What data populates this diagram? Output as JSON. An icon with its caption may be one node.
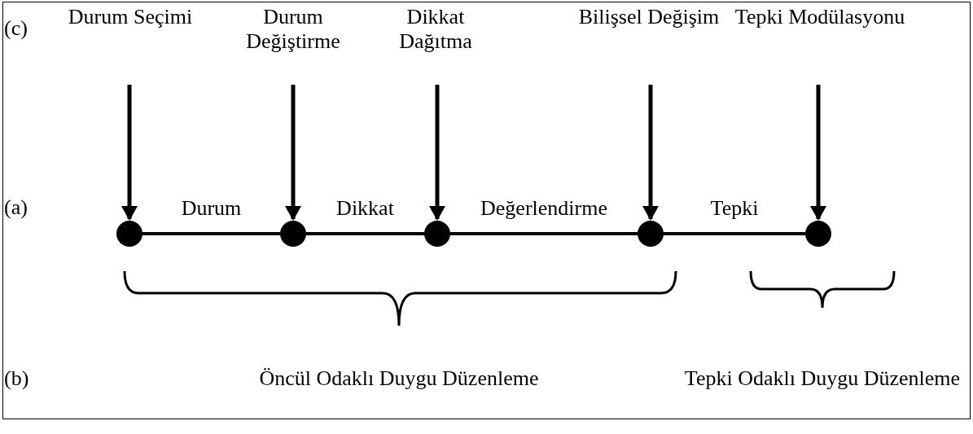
{
  "diagram": {
    "nodes": [
      {
        "text": [
          "Durum Seçimi"
        ]
      },
      {
        "text": [
          "Durum Değiştirme"
        ]
      },
      {
        "text": [
          "Dikkat Dağıtma"
        ]
      },
      {
        "text": [
          "Bilişsel Değişim"
        ]
      },
      {
        "text": [
          "Tepki Modülasyonu"
        ]
      },
      {
        "text": [],
        "shape": "circle"
      },
      {
        "text": [],
        "shape": "circle"
      },
      {
        "text": [],
        "shape": "circle"
      },
      {
        "text": [],
        "shape": "circle"
      },
      {
        "text": [],
        "shape": "circle"
      }
    ],
    "edges": [
      {
        "from": 0,
        "to": 5,
        "arrow": "to"
      },
      {
        "from": 1,
        "to": 6,
        "arrow": "to"
      },
      {
        "from": 2,
        "to": 7,
        "arrow": "to"
      },
      {
        "from": 3,
        "to": 8,
        "arrow": "to"
      },
      {
        "from": 4,
        "to": 9,
        "arrow": "to"
      },
      {
        "from": 5,
        "to": 6,
        "arrow": "none",
        "label": "Durum"
      },
      {
        "from": 6,
        "to": 7,
        "arrow": "none",
        "label": "Dikkat"
      },
      {
        "from": 7,
        "to": 8,
        "arrow": "none",
        "label": "Değerlendirme"
      },
      {
        "from": 8,
        "to": 9,
        "arrow": "none",
        "label": "Tepki"
      }
    ],
    "labels": [
      "(c)",
      "(a)",
      "(b)",
      "Öncül Odaklı Duygu Düzenleme",
      "Tepki Odaklı Duygu Düzenleme"
    ]
  }
}
